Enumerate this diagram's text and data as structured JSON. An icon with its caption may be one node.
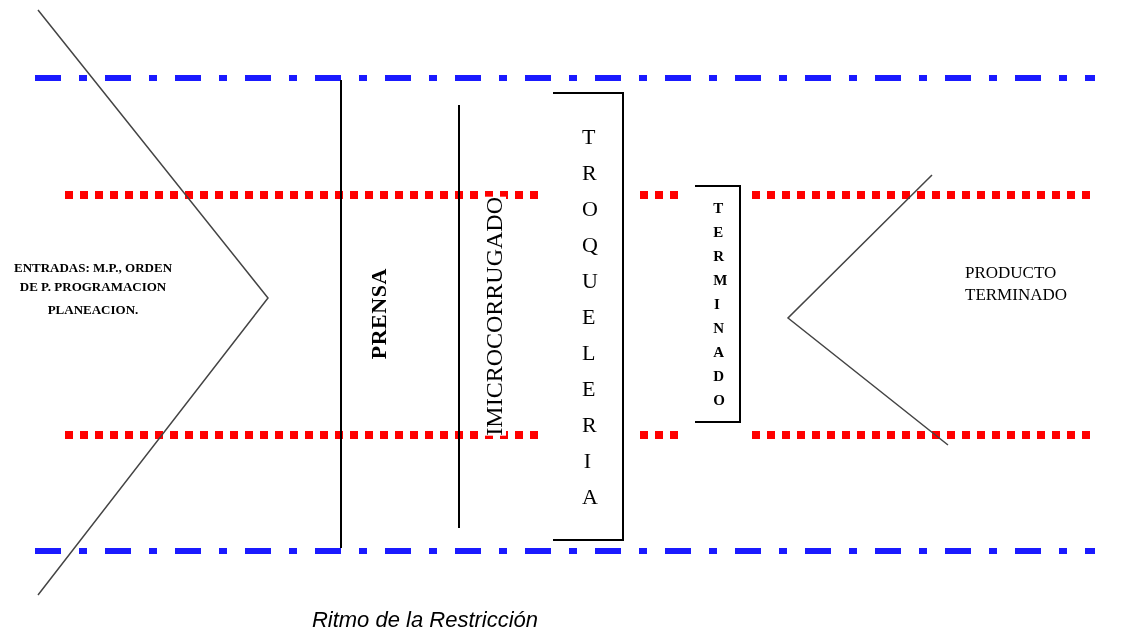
{
  "diagram": {
    "caption": "Ritmo de la Restricción",
    "nodes": [
      {
        "text": [
          "PRENSA"
        ]
      },
      {
        "text": [
          "IMICROCORRUGADO"
        ]
      },
      {
        "text": [
          "TROQUELERIA"
        ]
      },
      {
        "text": [
          "TERMINADO"
        ]
      }
    ],
    "labels": [
      "ENTRADAS: M.P., ORDEN DE P. PROGRAMACION",
      "PLANEACION.",
      "PRODUCTO TERMINADO"
    ]
  }
}
